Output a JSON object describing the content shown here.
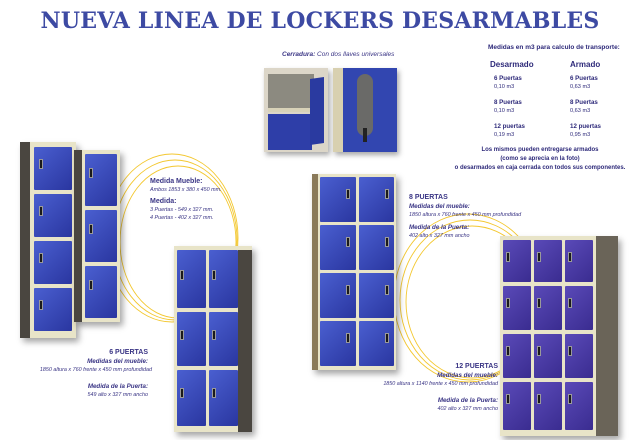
{
  "title": "NUEVA LINEA DE LOCKERS DESARMABLES",
  "lock": {
    "label": "Cerradura:",
    "text": "Con dos llaves universales"
  },
  "transport": {
    "heading": "Medidas en m3 para calculo de transporte:",
    "columns": [
      {
        "header": "Desarmado",
        "rows": [
          {
            "label": "6 Puertas",
            "value": "0,10 m3"
          },
          {
            "label": "8 Puertas",
            "value": "0,10 m3"
          },
          {
            "label": "12 puertas",
            "value": "0,19 m3"
          }
        ]
      },
      {
        "header": "Armado",
        "rows": [
          {
            "label": "6 Puertas",
            "value": "0,63 m3"
          },
          {
            "label": "8 Puertas",
            "value": "0,63 m3"
          },
          {
            "label": "12 puertas",
            "value": "0,95 m3"
          }
        ]
      }
    ],
    "note": [
      "Los mismos pueden entregarse armados",
      "(como se aprecia en la foto)",
      "o desarmados  en caja cerrada con todos sus componentes."
    ]
  },
  "small_lockers": {
    "mueble_label": "Medida Mueble:",
    "mueble_value": "Ambos 1853 x 380 x 450 mm.",
    "medida_label": "Medida:",
    "medida_3": "3 Puertas - 549 x 327 mm.",
    "medida_4": "4 Puertas - 402 x 327 mm."
  },
  "six_doors": {
    "title": "6 PUERTAS",
    "mueble_label": "Medidas del mueble:",
    "mueble_value": "1850 altura x 760 frente x 450 mm profundidad",
    "puerta_label": "Medida de la Puerta:",
    "puerta_value": "549 alto x 327 mm ancho"
  },
  "eight_doors": {
    "title": "8 PUERTAS",
    "mueble_label": "Medidas del mueble:",
    "mueble_value": "1850 altura x 760 frente x 450 mm profundidad",
    "puerta_label": "Medida de la Puerta:",
    "puerta_value": "402 alto x 327 mm ancho"
  },
  "twelve_doors": {
    "title": "12 PUERTAS",
    "mueble_label": "Medidas del mueble:",
    "mueble_value": "1850 altura x 1140 frente x 450 mm  profundidad",
    "puerta_label": "Medida de la Puerta:",
    "puerta_value": "402 alto x 327 mm ancho"
  },
  "colors": {
    "title_blue": "#3d4aa3",
    "text_purple": "#2e2a7a",
    "door_blue": "#3344b8",
    "door_purple": "#4a3ca8",
    "frame_cream": "#e8e4c8",
    "arc_yellow": "#f2c21a"
  }
}
